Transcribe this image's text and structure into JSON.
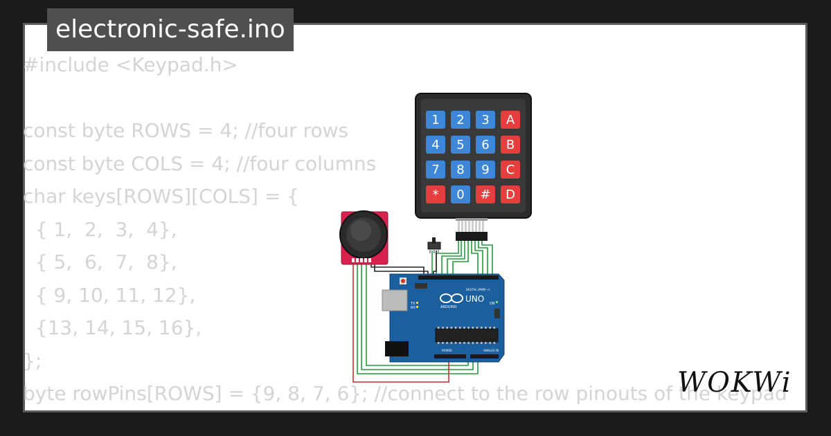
{
  "project": {
    "filename": "electronic-safe.ino"
  },
  "code_lines": [
    "#include <Keypad.h>",
    "",
    "const byte ROWS = 4; //four rows",
    "const byte COLS = 4; //four columns",
    "char keys[ROWS][COLS] = {",
    "  { 1,  2,  3,  4},",
    "  { 5,  6,  7,  8},",
    "  { 9, 10, 11, 12},",
    "  {13, 14, 15, 16},",
    "};",
    "byte rowPins[ROWS] = {9, 8, 7, 6}; //connect to the row pinouts of the keypad"
  ],
  "keypad": {
    "keys": [
      [
        "1",
        "2",
        "3",
        "A"
      ],
      [
        "4",
        "5",
        "6",
        "B"
      ],
      [
        "7",
        "8",
        "9",
        "C"
      ],
      [
        "*",
        "0",
        "#",
        "D"
      ]
    ]
  },
  "arduino": {
    "logo_text": "ARDUINO",
    "model_text": "UNO",
    "digital_label": "DIGITAL (PWM ~)",
    "analog_label": "ANALOG IN",
    "power_label": "POWER",
    "on_label": "ON",
    "tx_label": "TX",
    "rx_label": "RX"
  },
  "brand": {
    "logo_text": "WOKWi"
  },
  "colors": {
    "code_text": "#d4d4d4",
    "title_bg": "#4f4f4f",
    "board_blue": "#1b5f9e",
    "key_blue": "#3d86d8",
    "key_red": "#e53e3e",
    "wire_green": "#1f9e3a",
    "wire_red": "#d42a2a"
  }
}
